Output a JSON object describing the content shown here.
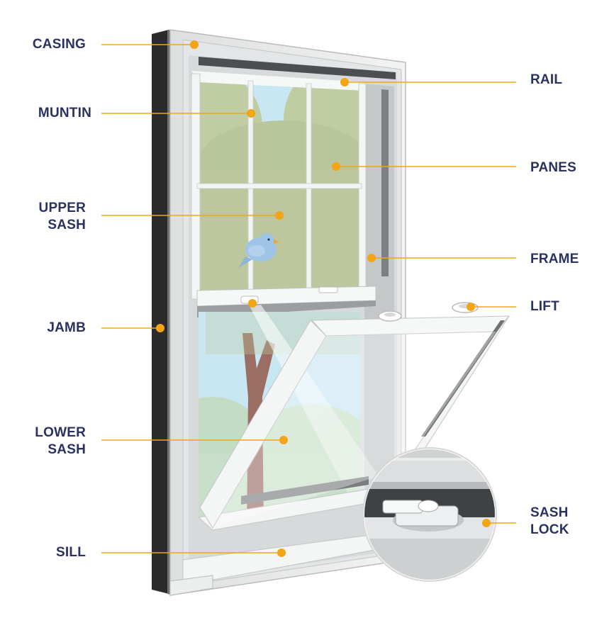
{
  "colors": {
    "label_text": "#2b3161",
    "leader_line": "#f2a516",
    "dot": "#f2a516",
    "frame_white": "#f4f5f5",
    "frame_gray": "#c9cbcc",
    "frame_dark": "#8c8f91",
    "jamb_dark": "#2b2b2b",
    "sky": "#c9e6f3",
    "foliage": "#c0cca2",
    "foliage_light": "#d6e0c3",
    "trunk": "#9a6e63",
    "bird": "#9ec4e6"
  },
  "labels": {
    "casing": [
      "CASING"
    ],
    "muntin": [
      "MUNTIN"
    ],
    "upper_sash": [
      "UPPER",
      "SASH"
    ],
    "jamb": [
      "JAMB"
    ],
    "lower_sash": [
      "LOWER",
      "SASH"
    ],
    "sill": [
      "SILL"
    ],
    "rail": [
      "RAIL"
    ],
    "panes": [
      "PANES"
    ],
    "frame": [
      "FRAME"
    ],
    "lift": [
      "LIFT"
    ],
    "sash_lock": [
      "SASH",
      "LOCK"
    ]
  }
}
